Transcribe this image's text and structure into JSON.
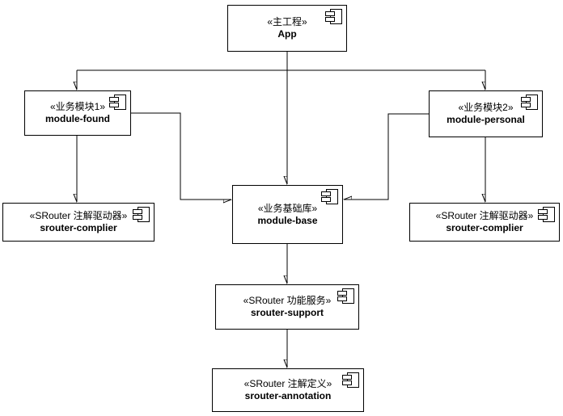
{
  "diagram": {
    "type": "uml-component-diagram",
    "background_color": "#ffffff",
    "stroke_color": "#000000",
    "text_color": "#000000",
    "icon": "uml-component-icon"
  },
  "nodes": {
    "app": {
      "stereotype": "«主工程»",
      "name": "App"
    },
    "module_found": {
      "stereotype": "«业务模块1»",
      "name": "module-found"
    },
    "module_personal": {
      "stereotype": "«业务模块2»",
      "name": "module-personal"
    },
    "module_base": {
      "stereotype": "«业务基础库»",
      "name": "module-base"
    },
    "srouter_complier_left": {
      "stereotype": "«SRouter 注解驱动器»",
      "name": "srouter-complier"
    },
    "srouter_complier_right": {
      "stereotype": "«SRouter 注解驱动器»",
      "name": "srouter-complier"
    },
    "srouter_support": {
      "stereotype": "«SRouter 功能服务»",
      "name": "srouter-support"
    },
    "srouter_annotation": {
      "stereotype": "«SRouter 注解定义»",
      "name": "srouter-annotation"
    }
  },
  "edges": [
    {
      "from": "App",
      "to": "module-found",
      "style": "arrow"
    },
    {
      "from": "App",
      "to": "module-personal",
      "style": "arrow"
    },
    {
      "from": "App",
      "to": "module-base",
      "style": "arrow"
    },
    {
      "from": "module-found",
      "to": "srouter-complier",
      "style": "arrow"
    },
    {
      "from": "module-found",
      "to": "module-base",
      "style": "arrow"
    },
    {
      "from": "module-personal",
      "to": "srouter-complier",
      "style": "arrow"
    },
    {
      "from": "module-personal",
      "to": "module-base",
      "style": "arrow"
    },
    {
      "from": "module-base",
      "to": "srouter-support",
      "style": "arrow"
    },
    {
      "from": "srouter-support",
      "to": "srouter-annotation",
      "style": "arrow"
    }
  ]
}
